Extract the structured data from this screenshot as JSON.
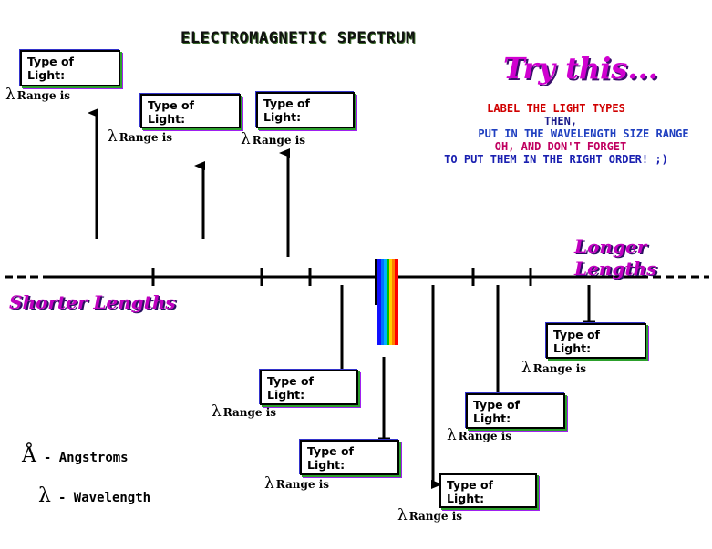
{
  "header": {
    "title": "ELECTROMAGNETIC SPECTRUM"
  },
  "prompt": {
    "try_this": "Try this...",
    "instructions": [
      "LABEL THE LIGHT TYPES",
      "THEN,",
      "PUT IN THE WAVELENGTH SIZE RANGE",
      "OH, AND DON'T FORGET",
      "TO PUT THEM IN THE RIGHT ORDER! ;)"
    ]
  },
  "axis": {
    "longer_label": "Longer Lengths",
    "shorter_label": "Shorter Lengths"
  },
  "boxes": [
    {
      "label": "Type of Light:",
      "range": "Range is"
    },
    {
      "label": "Type of Light:",
      "range": "Range is"
    },
    {
      "label": "Type of Light:",
      "range": "Range is"
    },
    {
      "label": "Type of Light:",
      "range": "Range is"
    },
    {
      "label": "Type of Light:",
      "range": "Range is"
    },
    {
      "label": "Type of Light:",
      "range": "Range is"
    },
    {
      "label": "Type of Light:",
      "range": "Range is"
    },
    {
      "label": "Type of Light:",
      "range": "Range is"
    }
  ],
  "lambda_symbol": "λ",
  "legend": [
    {
      "symbol": "Å",
      "text": "- Angstroms"
    },
    {
      "symbol": "λ",
      "text": "- Wavelength"
    }
  ],
  "colors": {
    "accent_magenta": "#c000c0",
    "rainbow": [
      "#1010ff",
      "#0070ff",
      "#00b0ff",
      "#00c000",
      "#ffd000",
      "#ff8000",
      "#ff0000"
    ]
  }
}
